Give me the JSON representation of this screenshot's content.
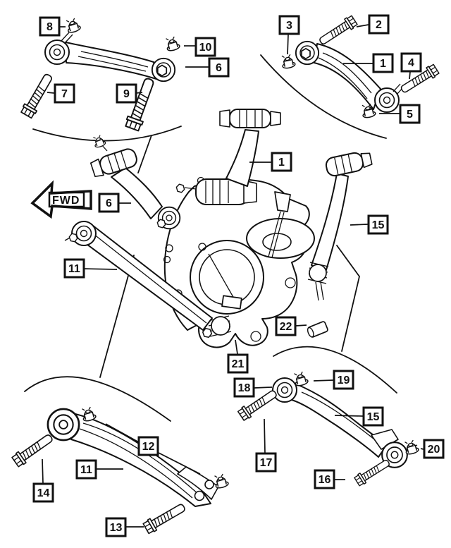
{
  "diagram": {
    "background_color": "#ffffff",
    "line_color": "#111111",
    "fwd_arrow": {
      "label": "FWD"
    },
    "callouts": [
      {
        "label": "8"
      },
      {
        "label": "10"
      },
      {
        "label": "6"
      },
      {
        "label": "7"
      },
      {
        "label": "9"
      },
      {
        "label": "3"
      },
      {
        "label": "2"
      },
      {
        "label": "1"
      },
      {
        "label": "4"
      },
      {
        "label": "5"
      },
      {
        "label": "1"
      },
      {
        "label": "6"
      },
      {
        "label": "11"
      },
      {
        "label": "15"
      },
      {
        "label": "22"
      },
      {
        "label": "21"
      },
      {
        "label": "18"
      },
      {
        "label": "19"
      },
      {
        "label": "15"
      },
      {
        "label": "20"
      },
      {
        "label": "17"
      },
      {
        "label": "16"
      },
      {
        "label": "12"
      },
      {
        "label": "13"
      },
      {
        "label": "14"
      },
      {
        "label": "11"
      }
    ]
  }
}
